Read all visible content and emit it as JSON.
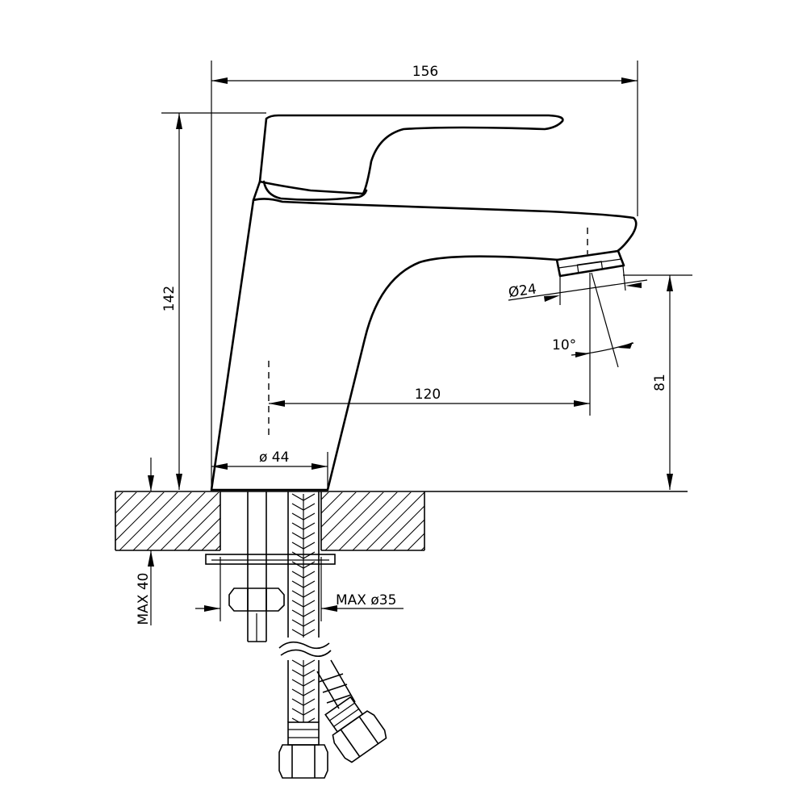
{
  "dimensions": {
    "overall_width": "156",
    "overall_height": "142",
    "spout_reach": "120",
    "spout_height": "81",
    "aerator_diameter": "Ø24",
    "spray_angle": "10°",
    "base_diameter": "ø 44",
    "max_deck_thickness": "MAX 40",
    "max_hole_diameter": "MAX ø35"
  }
}
